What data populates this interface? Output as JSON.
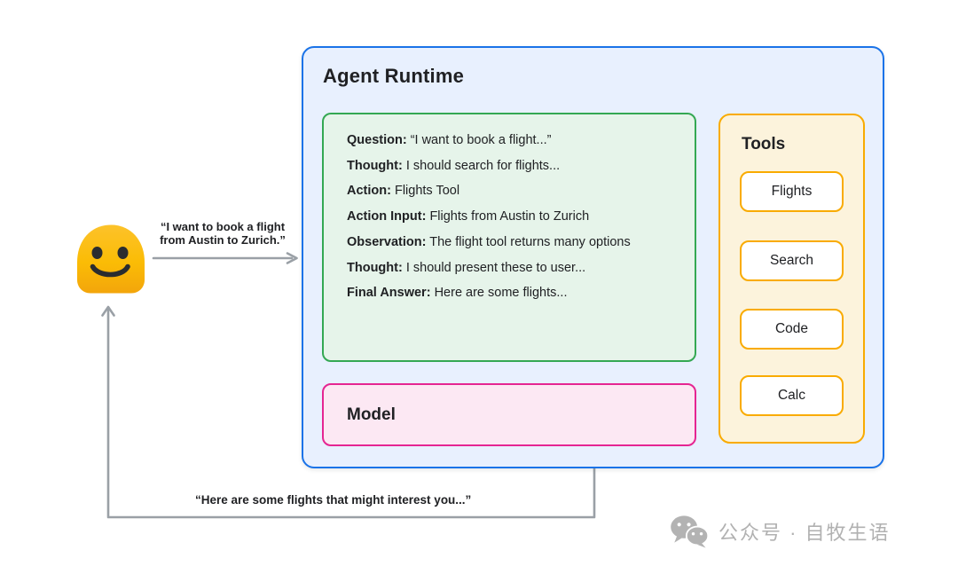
{
  "diagram": {
    "title": "Agent Runtime",
    "scratchpad": {
      "lines": [
        {
          "label": "Question:",
          "text": "“I want to book a flight...”"
        },
        {
          "label": "Thought:",
          "text": "I should search for flights..."
        },
        {
          "label": "Action:",
          "text": "Flights Tool"
        },
        {
          "label": "Action Input:",
          "text": "Flights from Austin to Zurich"
        },
        {
          "label": "Observation:",
          "text": "The flight tool returns many options"
        },
        {
          "label": "Thought:",
          "text": "I should present these to user..."
        },
        {
          "label": "Final Answer:",
          "text": "Here are some flights..."
        }
      ]
    },
    "model": {
      "label": "Model"
    },
    "tools": {
      "label": "Tools",
      "items": [
        "Flights",
        "Search",
        "Code",
        "Calc"
      ]
    }
  },
  "user": {
    "emoji": "blob-smiley-emoji",
    "request_line1": "“I want to book a flight",
    "request_line2": "from Austin to Zurich.”",
    "response": "“Here are some flights that might interest you...”"
  },
  "watermark": {
    "icon": "wechat-icon",
    "text": "公众号 · 自牧生语"
  },
  "colors": {
    "runtime_border": "#1a73e8",
    "runtime_fill": "#e8f0fe",
    "scratchpad_border": "#34a853",
    "scratchpad_fill": "#e6f4ea",
    "tools_border": "#f9ab00",
    "tools_fill": "#fcf3dc",
    "model_border": "#e52592",
    "model_fill": "#fce8f3",
    "arrow_gray": "#9aa0a6",
    "emoji_yellow": "#fbbc05",
    "watermark_gray": "#b1b1b1"
  }
}
